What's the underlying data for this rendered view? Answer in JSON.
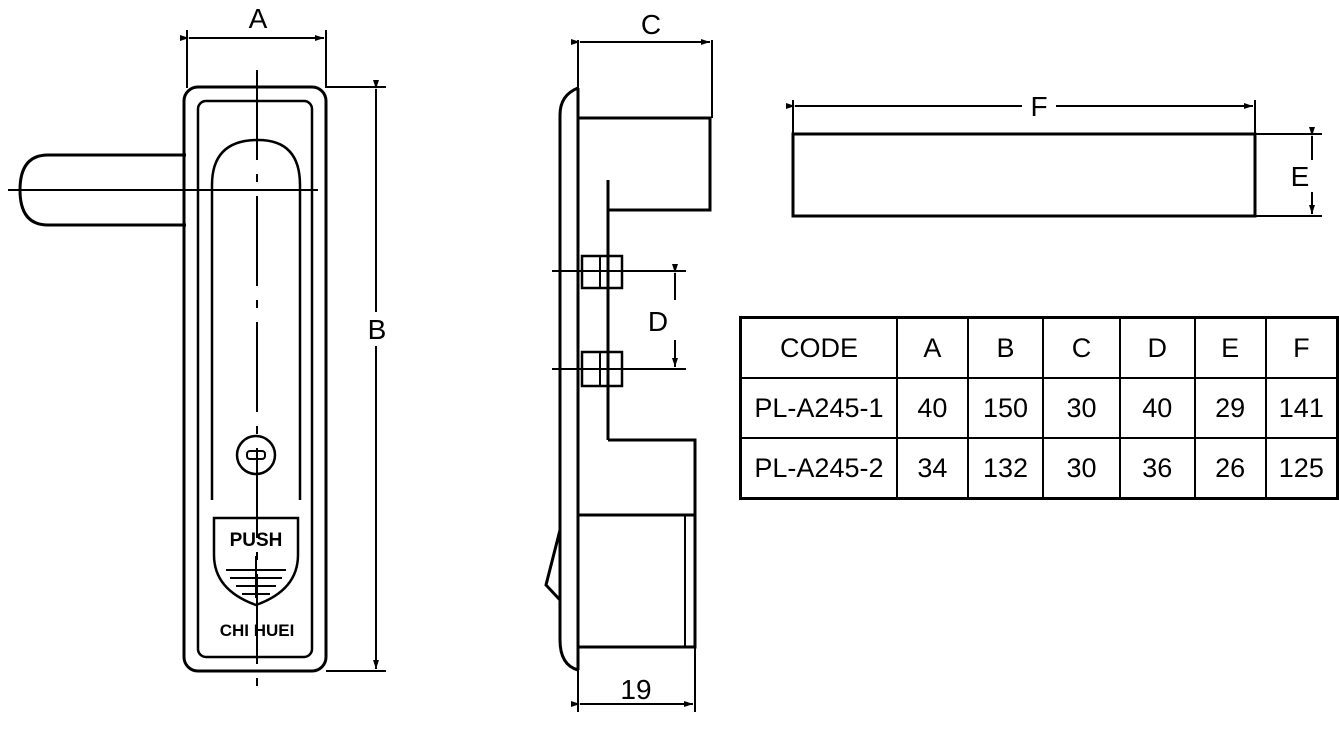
{
  "labels": {
    "a": "A",
    "b": "B",
    "c": "C",
    "d": "D",
    "e": "E",
    "f": "F",
    "nineteen": "19"
  },
  "front_view": {
    "push_text": "PUSH",
    "brand_text": "CHI HUEI"
  },
  "table": {
    "headers": [
      "CODE",
      "A",
      "B",
      "C",
      "D",
      "E",
      "F"
    ],
    "rows": [
      [
        "PL-A245-1",
        "40",
        "150",
        "30",
        "40",
        "29",
        "141"
      ],
      [
        "PL-A245-2",
        "34",
        "132",
        "30",
        "36",
        "26",
        "125"
      ]
    ]
  }
}
